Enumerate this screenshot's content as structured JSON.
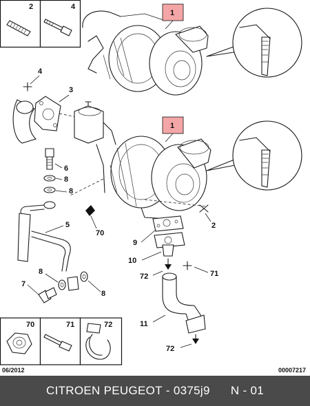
{
  "labels": {
    "top_box_left": "2",
    "top_box_right": "4",
    "callout_top": "1",
    "callout_mid": "1",
    "part_4": "4",
    "part_3": "3",
    "part_6": "6",
    "part_8a": "8",
    "part_8b": "8",
    "part_5": "5",
    "part_70": "70",
    "part_2": "2",
    "part_9": "9",
    "part_10": "10",
    "part_72a": "72",
    "part_71": "71",
    "part_8c": "8",
    "part_7": "7",
    "part_8d": "8",
    "part_11": "11",
    "part_72b": "72",
    "bottom_box_70": "70",
    "bottom_box_71": "71",
    "bottom_box_72": "72"
  },
  "date_code": "06/2012",
  "ref_code": "00007217",
  "footer": {
    "brand": "CITROEN PEUGEOT",
    "separator": " - ",
    "part_number": "0375j9",
    "variant": "N - 01"
  },
  "colors": {
    "callout_fill": "#f4a6a6",
    "footer_bg": "#4a4a4a"
  }
}
